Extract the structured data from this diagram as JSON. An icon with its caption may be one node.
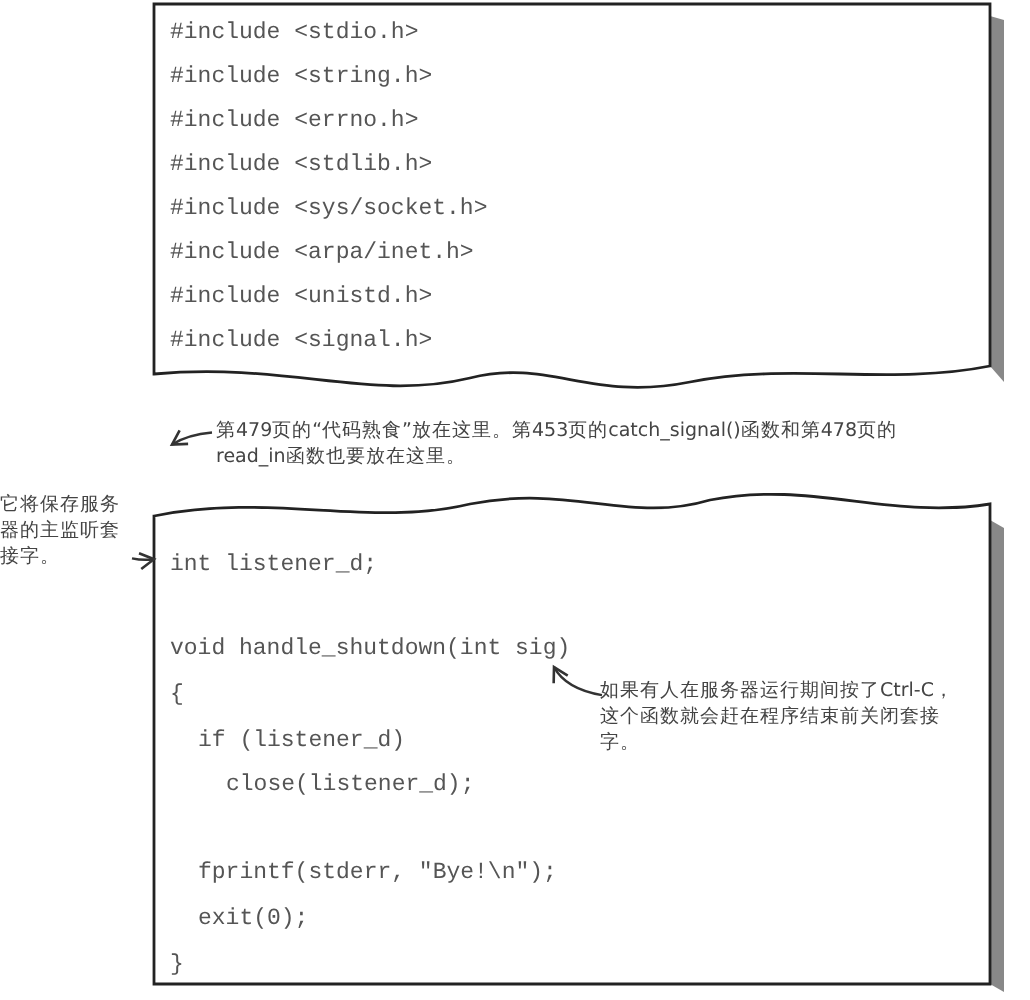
{
  "diagram": {
    "nodes": [
      {
        "text": [
          "#include <stdio.h>",
          "#include <string.h>",
          "#include <errno.h>",
          "#include <stdlib.h>",
          "#include <sys/socket.h>",
          "#include <arpa/inet.h>",
          "#include <unistd.h>",
          "#include <signal.h>"
        ]
      },
      {
        "text": [
          "第479页的“代码熟食”放在这里。第453页的catch_signal()函数和第478页的read_in函数也要放在这里。"
        ]
      },
      {
        "text": [
          "int listener_d;",
          "void handle_shutdown(int sig)",
          "{",
          "if (listener_d)",
          "close(listener_d);",
          "fprintf(stderr, \"Bye!\\n\");",
          "exit(0);",
          "}"
        ]
      },
      {
        "text": [
          "它将保存服务器的主监听套接字。"
        ]
      },
      {
        "text": [
          "如果有人在服务器运行期间按了Ctrl-C，这个函数就会赶在程序结束前关闭套接字。"
        ],
        "in": 2
      }
    ],
    "edges": [
      {
        "from": 1,
        "to": null,
        "arrow": "to"
      },
      {
        "from": 3,
        "to": 2,
        "arrow": "to"
      },
      {
        "from": 4,
        "to": null,
        "arrow": "to"
      }
    ]
  }
}
